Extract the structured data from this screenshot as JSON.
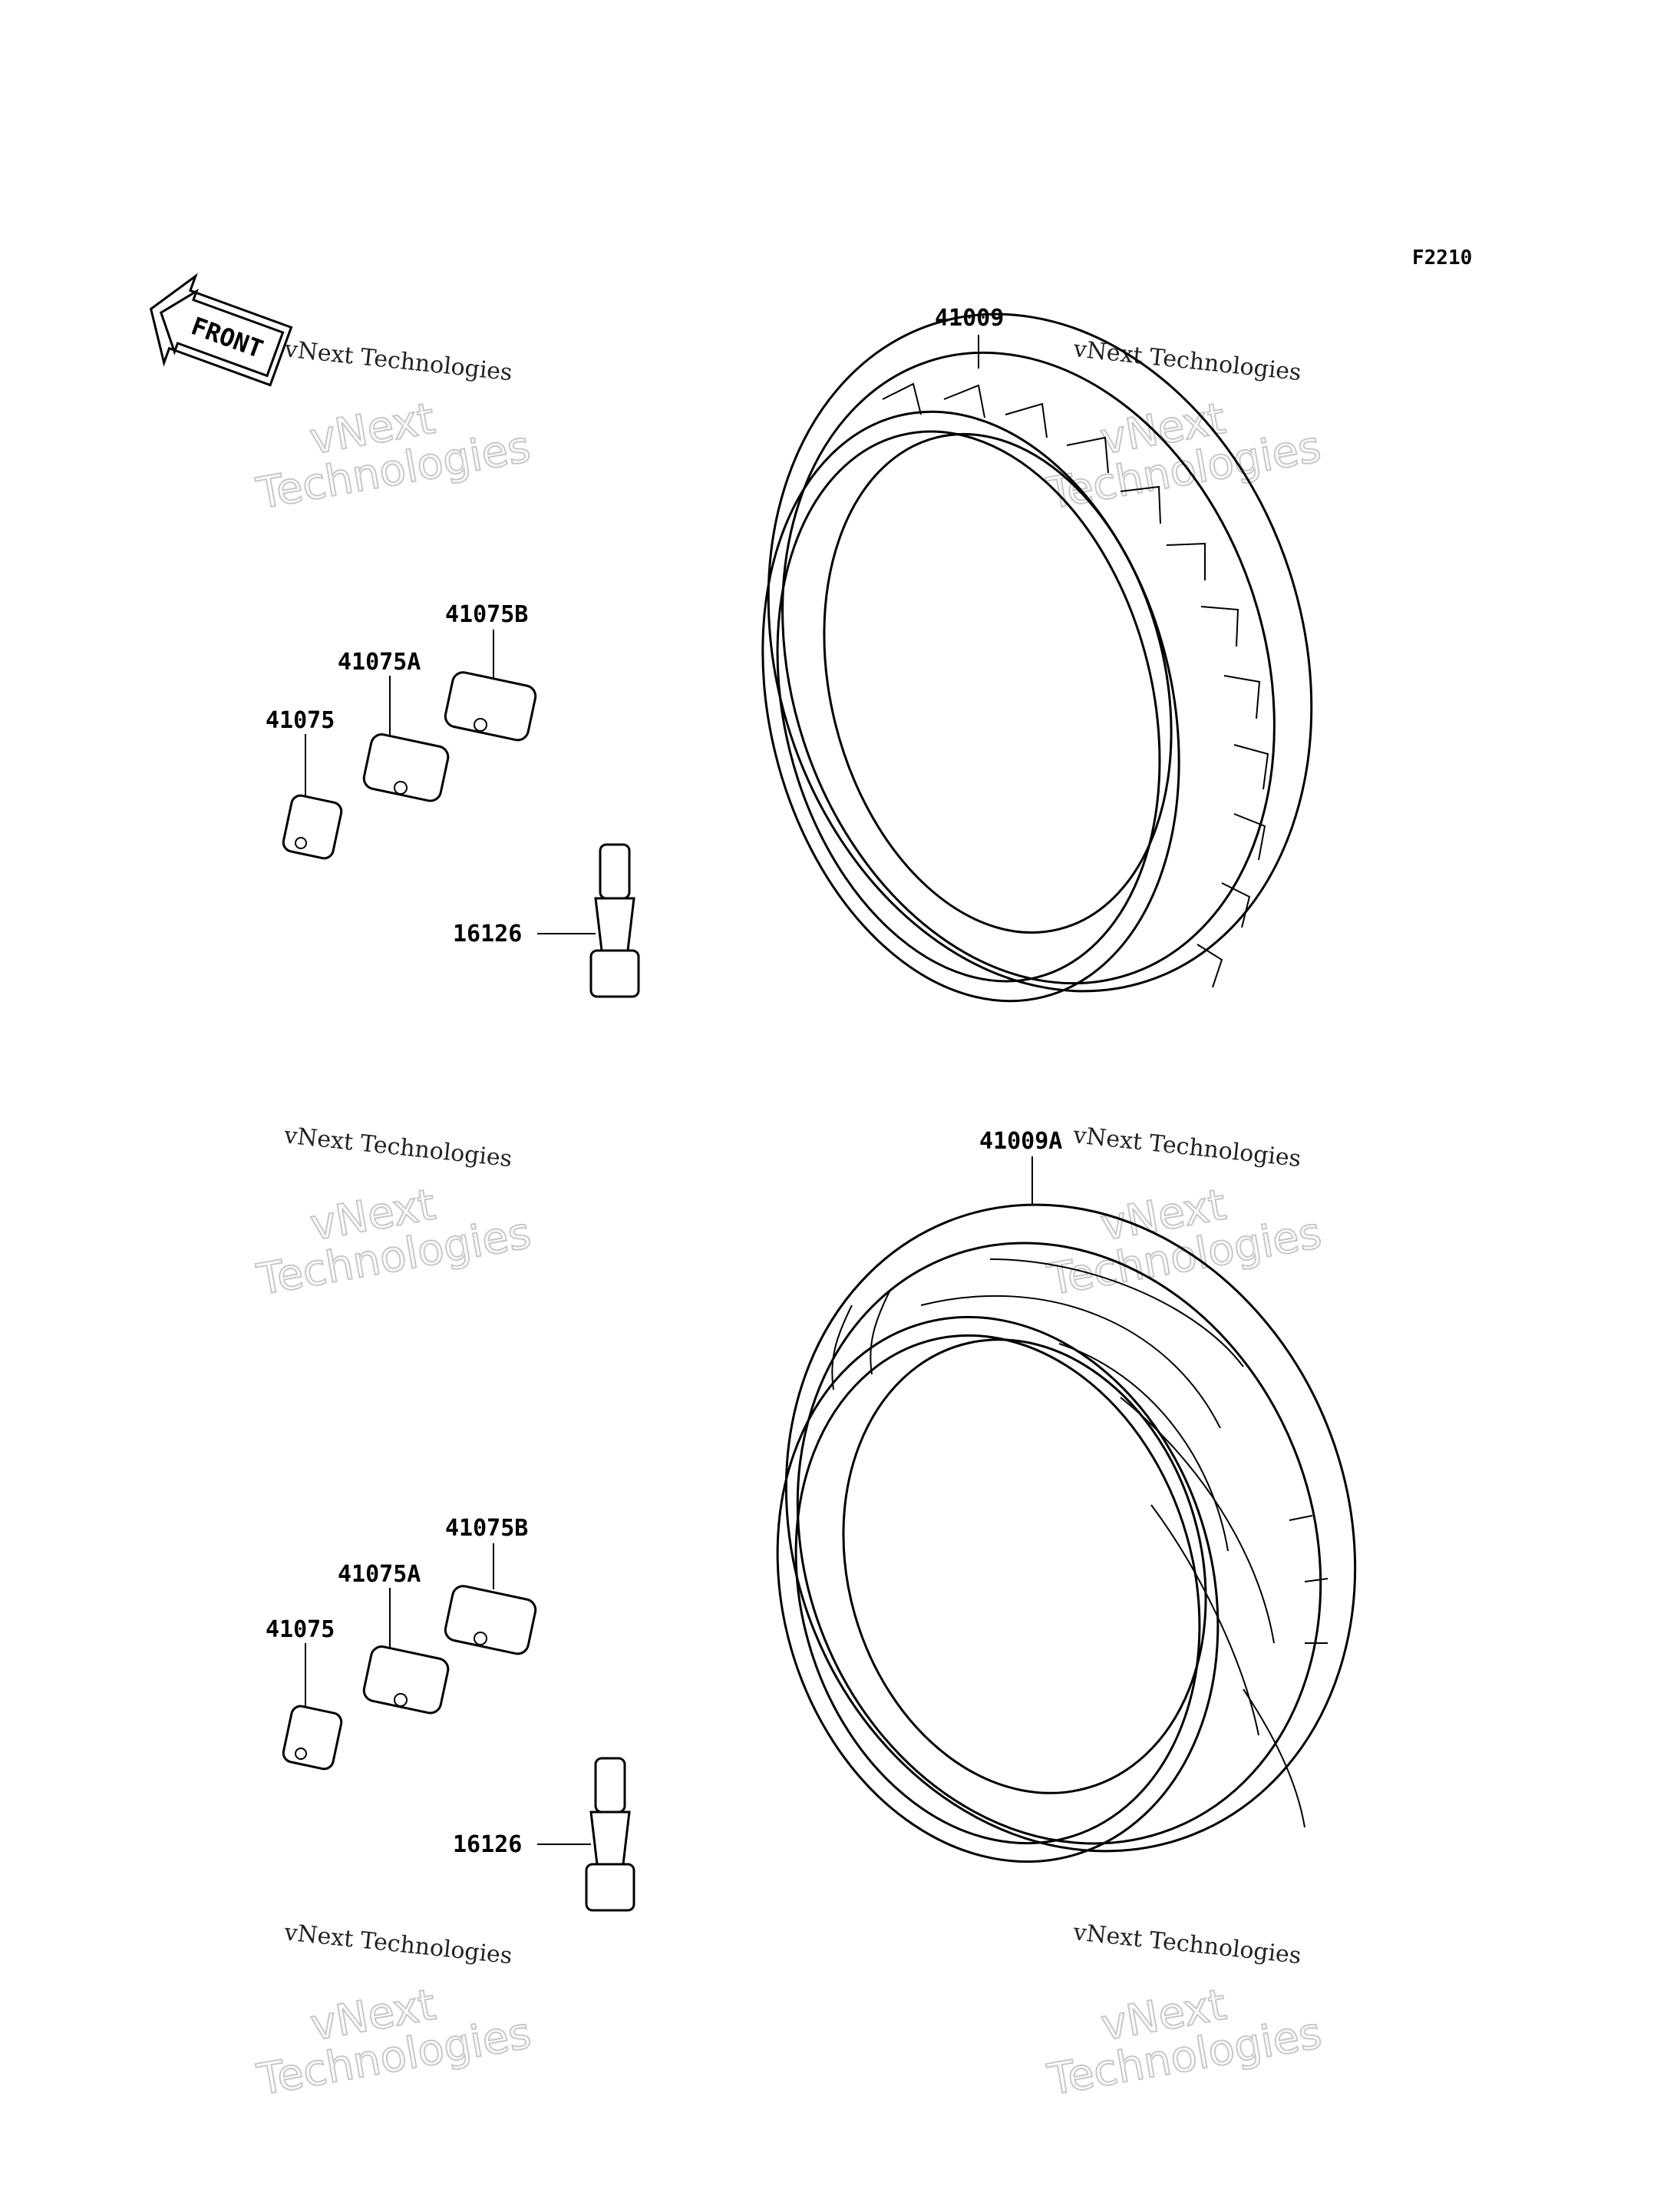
{
  "figure_code": "F2210",
  "front_arrow": {
    "label": "FRONT",
    "icon": "front-arrow-icon"
  },
  "watermark": {
    "small": "vNext Technologies",
    "big": "vNext\nTechnologies"
  },
  "groups": [
    {
      "tire": "41009",
      "balance_weights": [
        "41075",
        "41075A",
        "41075B"
      ],
      "valve": "16126"
    },
    {
      "tire": "41009A",
      "balance_weights": [
        "41075",
        "41075A",
        "41075B"
      ],
      "valve": "16126"
    }
  ]
}
